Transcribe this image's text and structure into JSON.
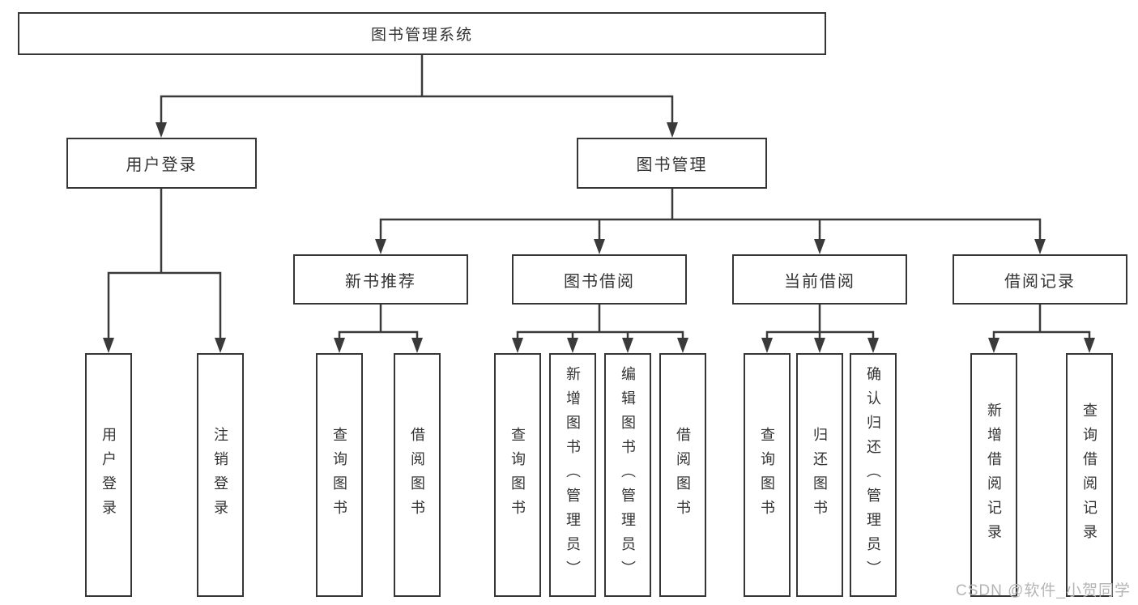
{
  "tree": {
    "root": {
      "label": "图书管理系统"
    },
    "branches": [
      {
        "label": "用户登录",
        "children": [
          "用户登录",
          "注销登录"
        ]
      },
      {
        "label": "图书管理",
        "groups": [
          {
            "label": "新书推荐",
            "children": [
              "查询图书",
              "借阅图书"
            ]
          },
          {
            "label": "图书借阅",
            "children": [
              "查询图书",
              "新增图书（管理员）",
              "编辑图书（管理员）",
              "借阅图书"
            ]
          },
          {
            "label": "当前借阅",
            "children": [
              "查询图书",
              "归还图书",
              "确认归还（管理员）"
            ]
          },
          {
            "label": "借阅记录",
            "children": [
              "新增借阅记录",
              "查询借阅记录"
            ]
          }
        ]
      }
    ]
  },
  "style_colors": {
    "line": "#3a3a3a",
    "border": "#363636",
    "text": "#333333",
    "watermark": "#b5b5b5"
  },
  "watermark": "CSDN @软件_小贺同学"
}
